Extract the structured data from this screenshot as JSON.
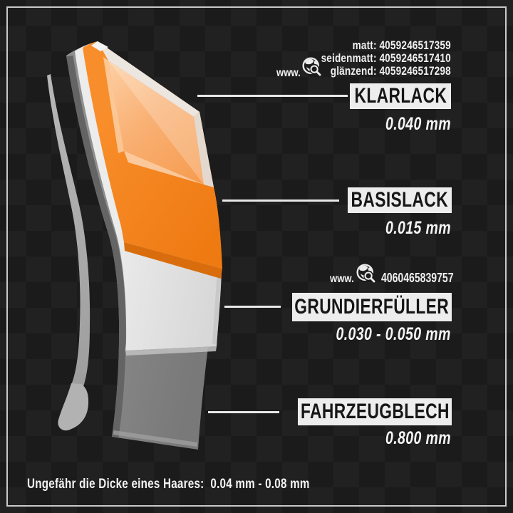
{
  "title_hint": "Car paint layer thickness infographic",
  "colors": {
    "accent_orange": "#F5831F",
    "label_panel": "#EDEDED",
    "background": "#1B1B1B",
    "connector_line": "#E8E8E8",
    "text_light": "#EFEFEF"
  },
  "icons": {
    "globe_magnifier": "globe-with-magnifying-glass"
  },
  "website_eans": {
    "top": {
      "www_label": "www.",
      "variants": [
        {
          "label": "matt:",
          "ean": "4059246517359"
        },
        {
          "label": "seidenmatt:",
          "ean": "4059246517410"
        },
        {
          "label": "glänzend:",
          "ean": "4059246517298"
        }
      ]
    },
    "middle": {
      "www_label": "www.",
      "ean": "4060465839757"
    }
  },
  "layers": [
    {
      "name": "KLARLACK",
      "thickness": "0.040 mm"
    },
    {
      "name": "BASISLACK",
      "thickness": "0.015 mm"
    },
    {
      "name": "GRUNDIERFÜLLER",
      "thickness": "0.030 - 0.050 mm"
    },
    {
      "name": "FAHRZEUGBLECH",
      "thickness": "0.800 mm"
    }
  ],
  "footnote": "Ungefähr die Dicke eines Haares:  0.04 mm - 0.08 mm"
}
